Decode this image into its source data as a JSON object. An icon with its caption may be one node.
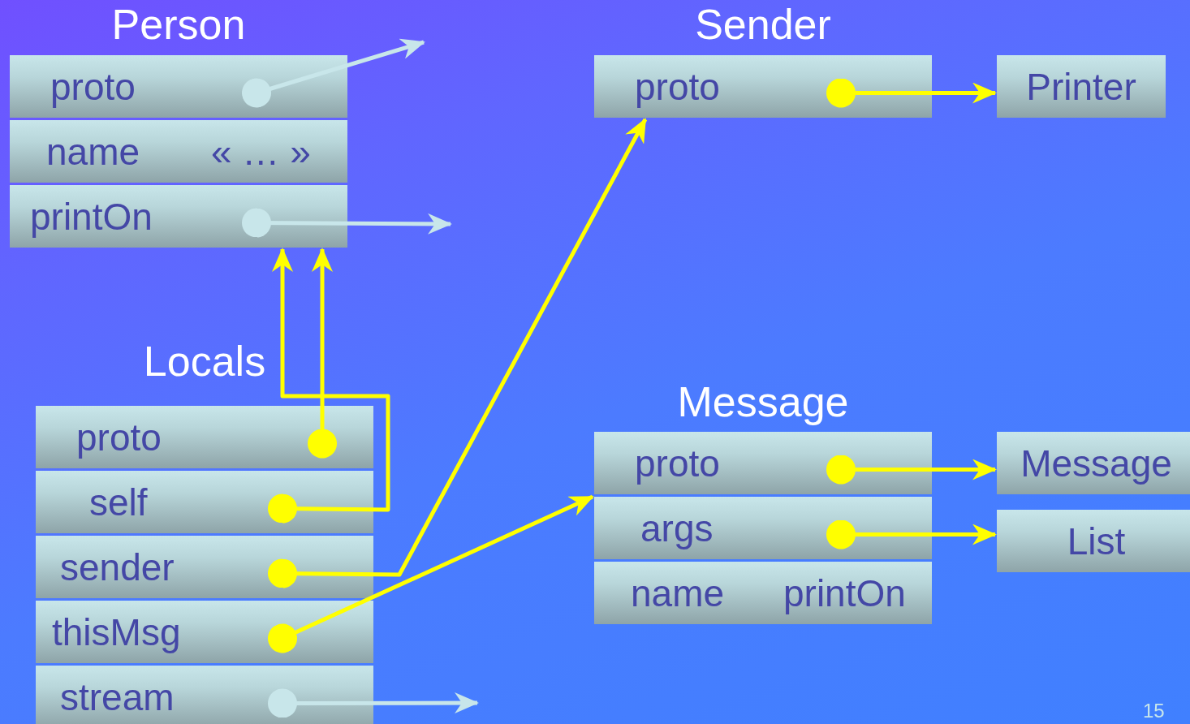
{
  "diagram": {
    "nodes": [
      {
        "text": [
          "Person"
        ]
      },
      {
        "text": [
          "proto"
        ],
        "in": 0
      },
      {
        "text": [
          "name",
          "« … »"
        ],
        "in": 0
      },
      {
        "text": [
          "printOn"
        ],
        "in": 0
      },
      {
        "text": [
          "Sender"
        ]
      },
      {
        "text": [
          "proto"
        ],
        "in": 4
      },
      {
        "text": [
          "Printer"
        ]
      },
      {
        "text": [
          "Locals"
        ]
      },
      {
        "text": [
          "proto"
        ],
        "in": 7
      },
      {
        "text": [
          "self"
        ],
        "in": 7
      },
      {
        "text": [
          "sender"
        ],
        "in": 7
      },
      {
        "text": [
          "thisMsg"
        ],
        "in": 7
      },
      {
        "text": [
          "stream"
        ],
        "in": 7
      },
      {
        "text": [
          "Message"
        ]
      },
      {
        "text": [
          "proto"
        ],
        "in": 13
      },
      {
        "text": [
          "args"
        ],
        "in": 13
      },
      {
        "text": [
          "name",
          "printOn"
        ],
        "in": 13
      },
      {
        "text": [
          "Message"
        ]
      },
      {
        "text": [
          "List"
        ]
      }
    ],
    "edges": [
      {
        "from": 1,
        "to": null,
        "arrow": "to",
        "color": "#c8e6ea"
      },
      {
        "from": 3,
        "to": null,
        "arrow": "to",
        "color": "#c8e6ea"
      },
      {
        "from": 5,
        "to": 6,
        "arrow": "to"
      },
      {
        "from": 8,
        "to": 0,
        "arrow": "to"
      },
      {
        "from": 9,
        "to": 0,
        "arrow": "to"
      },
      {
        "from": 10,
        "to": 4,
        "arrow": "to"
      },
      {
        "from": 11,
        "to": 13,
        "arrow": "to"
      },
      {
        "from": 12,
        "to": null,
        "arrow": "to",
        "color": "#c8e6ea"
      },
      {
        "from": 14,
        "to": 17,
        "arrow": "to"
      },
      {
        "from": 15,
        "to": 18,
        "arrow": "to"
      }
    ],
    "labels": [
      "15"
    ]
  }
}
